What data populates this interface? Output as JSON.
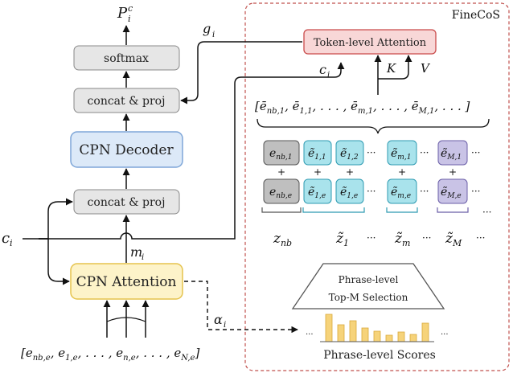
{
  "left": {
    "output_label": "P",
    "output_sup": "c",
    "output_sub": "i",
    "softmax": "softmax",
    "concat_top": "concat & proj",
    "decoder": "CPN Decoder",
    "concat_bottom": "concat & proj",
    "attention": "CPN Attention",
    "ci": "c",
    "ci_sub": "i",
    "mi": "m",
    "mi_sub": "i",
    "gi": "g",
    "gi_sub": "i",
    "alpha": "α",
    "alpha_sub": "i",
    "input_seq": "[e",
    "input_seq_full": "[enb,e, e1,e, . . . , en,e, . . . , eN,e]"
  },
  "finecos": {
    "title": "FineCoS",
    "token_attention": "Token-level Attention",
    "ci": "c",
    "ci_sub": "i",
    "K": "K",
    "V": "V",
    "bar_seq": "[ē",
    "bar_seq_full": "[ēnb,1, ē1,1, . . . , ēm,1, . . . , ēM,1, . . . ]",
    "phrase_topm_line1": "Phrase-level",
    "phrase_topm_line2": "Top-M Selection",
    "phrase_scores": "Phrase-level Scores",
    "z_nb": "z",
    "z_nb_sub": "nb",
    "z1": "z̃",
    "z1_sub": "1",
    "zm": "z̃",
    "zm_sub": "m",
    "zM": "z̃",
    "zM_sub": "M",
    "dots": "···",
    "plus": "+",
    "tok_nb1": "e",
    "tok_nb1_sub": "nb,1",
    "tok_nbe": "e",
    "tok_nbe_sub": "nb,e",
    "tok_11": "ẽ",
    "tok_11_sub": "1,1",
    "tok_12": "ẽ",
    "tok_12_sub": "1,2",
    "tok_1e": "ẽ",
    "tok_1e_sub": "1,e",
    "tok_2e": "ẽ",
    "tok_2e_sub": "1,e",
    "tok_m1": "ẽ",
    "tok_m1_sub": "m,1",
    "tok_me": "ẽ",
    "tok_me_sub": "m,e",
    "tok_M1": "ẽ",
    "tok_M1_sub": "M,1",
    "tok_Me": "ẽ",
    "tok_Me_sub": "M,e"
  },
  "colors": {
    "gray_box": "#e6e6e6",
    "decoder_fill": "#dce9f8",
    "decoder_stroke": "#7ea6d8",
    "attention_fill": "#fdf3c9",
    "attention_stroke": "#e5c34d",
    "token_att_fill": "#f8d7d7",
    "token_att_stroke": "#c94a4a",
    "teal_fill": "#a9e3ec",
    "teal_stroke": "#2e9bb2",
    "purple_fill": "#c9c3e6",
    "purple_stroke": "#6b5fa8",
    "bar_fill": "#f6d37a",
    "finecos_border": "#c0504d"
  }
}
